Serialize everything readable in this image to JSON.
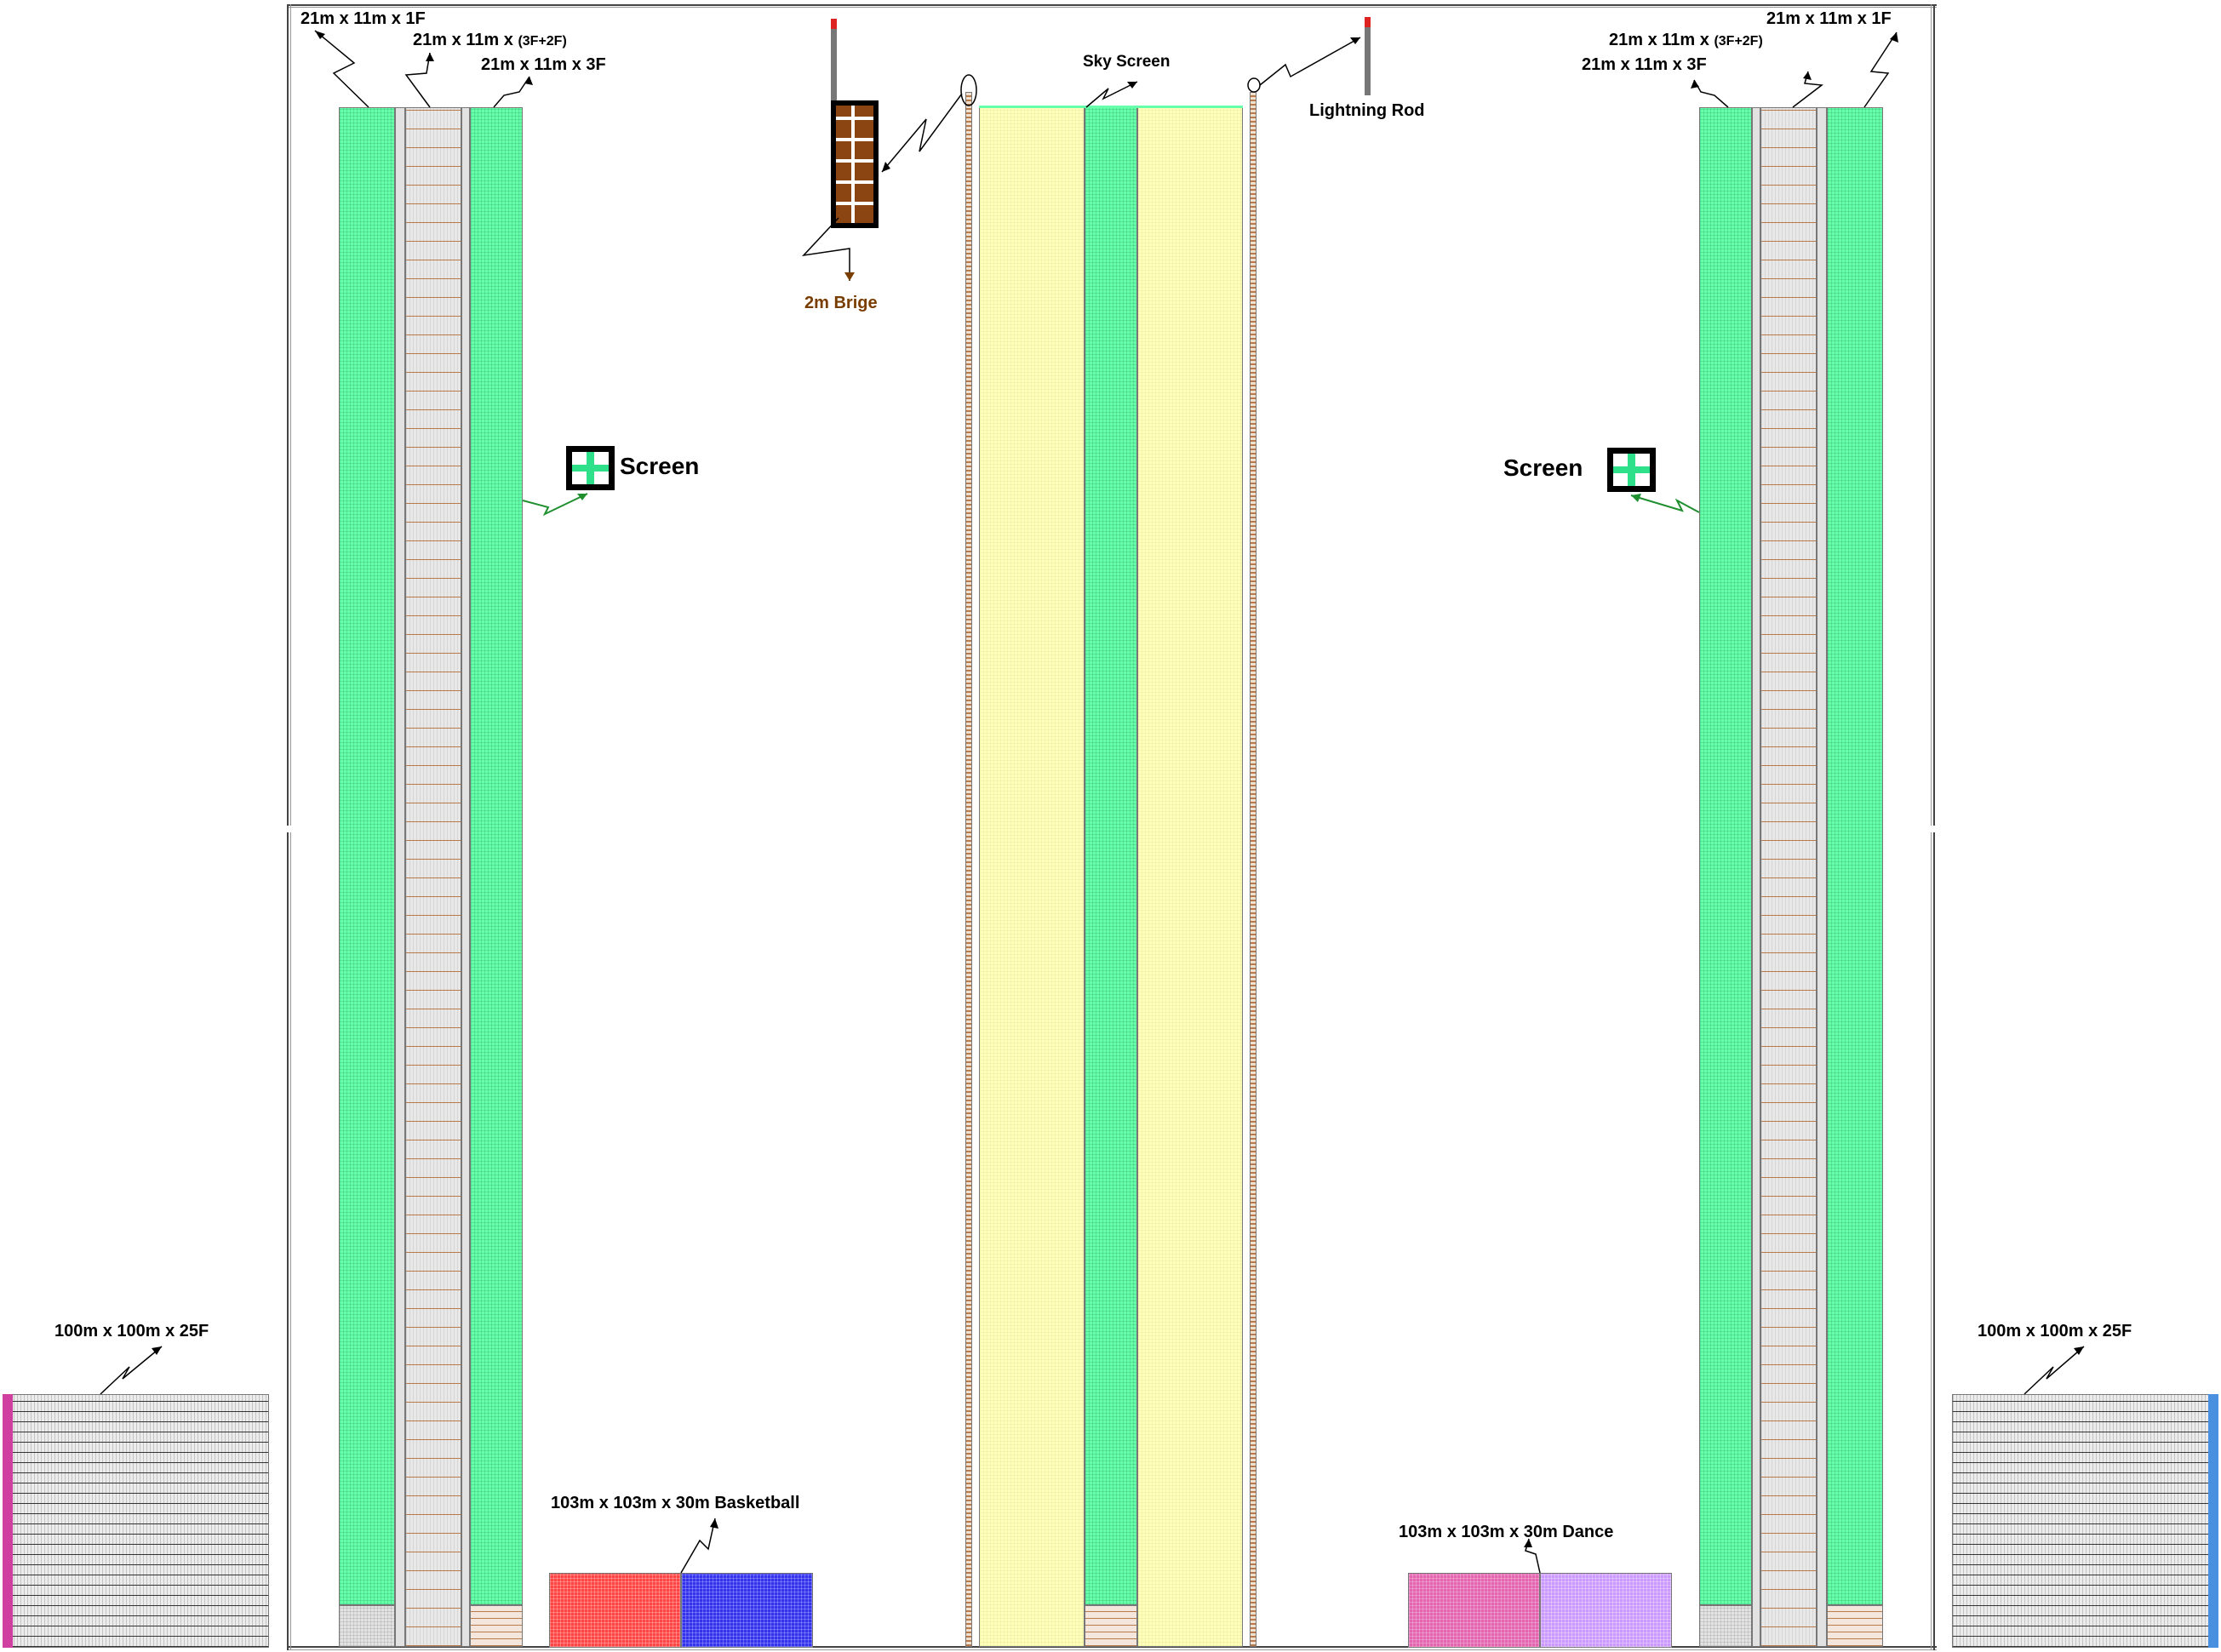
{
  "labels": {
    "tower_left_1f": "21m x 11m x 1F",
    "tower_left_3f2f_prefix": "21m x 11m x",
    "tower_left_3f2f_suffix": "(3F+2F)",
    "tower_left_3f": "21m x 11m x 3F",
    "tower_right_1f": "21m x 11m x 1F",
    "tower_right_3f2f_prefix": "21m x 11m x",
    "tower_right_3f2f_suffix": "(3F+2F)",
    "tower_right_3f": "21m x 11m x 3F",
    "sky_screen": "Sky Screen",
    "lightning_rod": "Lightning Rod",
    "bridge": "2m Brige",
    "screen_left": "Screen",
    "screen_right": "Screen",
    "building_left": "100m x 100m x 25F",
    "building_right": "100m x 100m x 25F",
    "basketball": "103m x 103m x 30m Basketball",
    "dance": "103m x 103m x 30m  Dance"
  },
  "colors": {
    "green": "#66ffaa",
    "yellow": "#ffffbb",
    "gray_panel": "#e2e2e2",
    "brown": "#7a3d00",
    "red": "#ff4444",
    "blue": "#3333ee",
    "pink": "#e466b0",
    "violet": "#cc99ff",
    "magenta_edge": "#d040a0",
    "blue_edge": "#4a90e0"
  }
}
